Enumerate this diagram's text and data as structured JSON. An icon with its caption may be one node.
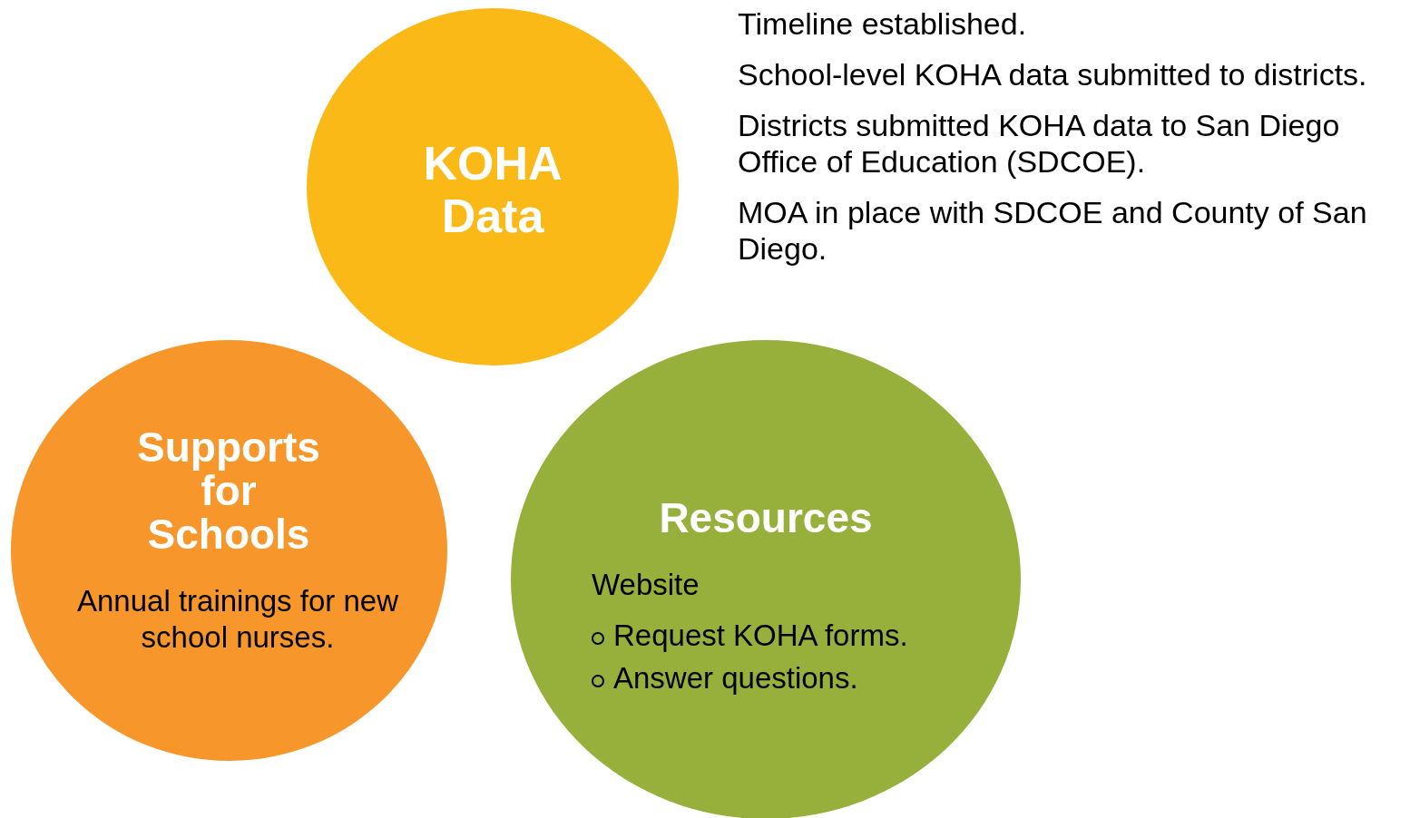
{
  "diagram": {
    "nodes": [
      {
        "text": [
          "KOHA Data"
        ],
        "beside": [
          "Timeline established.",
          "School-level KOHA data submitted to districts.",
          "Districts submitted KOHA data to San Diego Office of Education (SDCOE).",
          "MOA in place with SDCOE and County of San Diego."
        ]
      },
      {
        "text": [
          "Supports for Schools",
          "Annual trainings for new school nurses."
        ]
      },
      {
        "text": [
          "Resources",
          "Website",
          "Request KOHA forms.",
          "Answer questions."
        ]
      }
    ]
  }
}
